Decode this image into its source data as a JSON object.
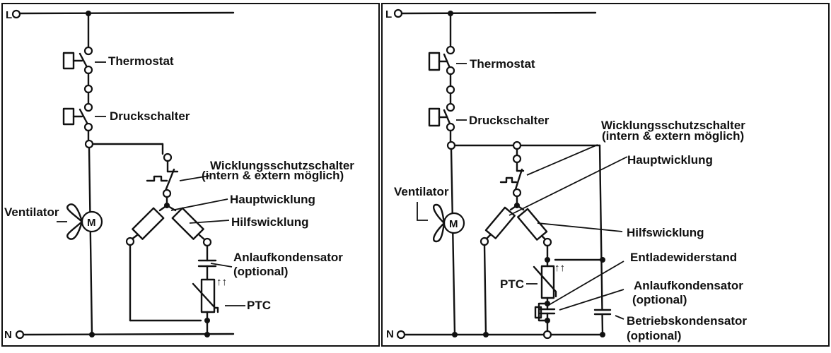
{
  "diagrams": [
    {
      "name": "left",
      "rails": {
        "line": "L",
        "neutral": "N"
      },
      "labels": {
        "thermostat": "Thermostat",
        "druckschalter": "Druckschalter",
        "wss1": "Wicklungsschutzschalter",
        "wss2": "(intern & extern möglich)",
        "haupt": "Hauptwicklung",
        "hilfs": "Hilfswicklung",
        "anlauf1": "Anlaufkondensator",
        "anlauf2": "(optional)",
        "ptc": "PTC",
        "ventilator": "Ventilator",
        "motor": "M"
      }
    },
    {
      "name": "right",
      "rails": {
        "line": "L",
        "neutral": "N"
      },
      "labels": {
        "thermostat": "Thermostat",
        "druckschalter": "Druckschalter",
        "wss1": "Wicklungsschutzschalter",
        "wss2": "(intern & extern möglich)",
        "haupt": "Hauptwicklung",
        "hilfs": "Hilfswicklung",
        "entlade": "Entladewiderstand",
        "anlauf1": "Anlaufkondensator",
        "anlauf2": "(optional)",
        "betrieb1": "Betriebskondensator",
        "betrieb2": "(optional)",
        "ptc": "PTC",
        "ventilator": "Ventilator",
        "motor": "M"
      }
    }
  ]
}
